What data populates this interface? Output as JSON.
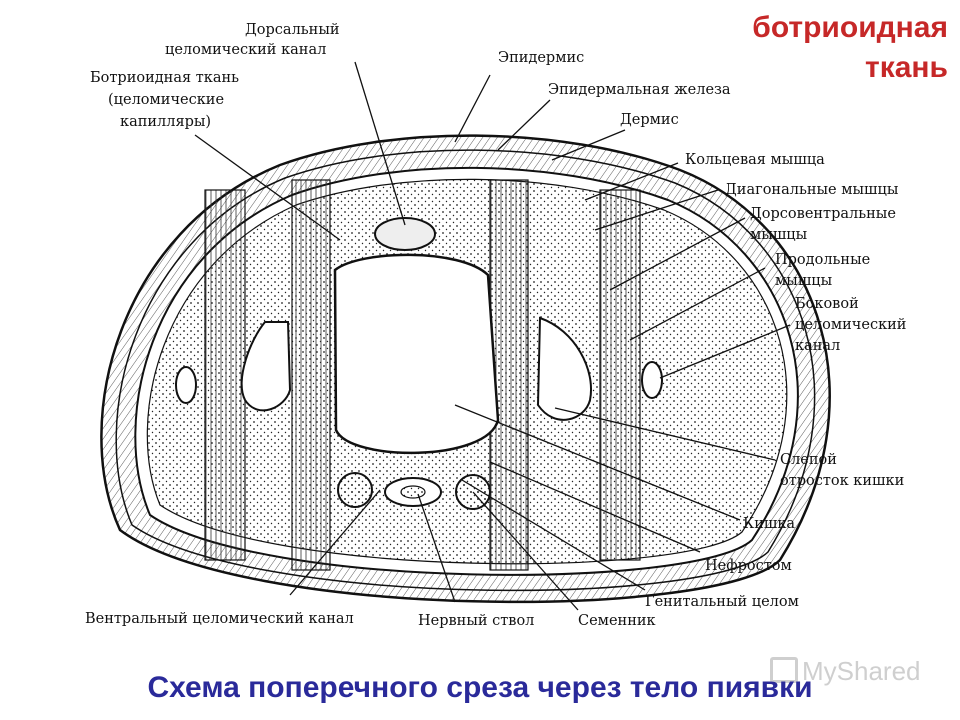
{
  "corner_title": {
    "line1": "ботриоидная",
    "line2": "ткань"
  },
  "caption": "Схема поперечного среза через тело пиявки",
  "watermark": "MyShared",
  "labels": {
    "dorsal_canal_1": "Дорсальный",
    "dorsal_canal_2": "целомический канал",
    "botryoid_1": "Ботриоидная ткань",
    "botryoid_2": "(целомические",
    "botryoid_3": "капилляры)",
    "epidermis": "Эпидермис",
    "epidermal_gland": "Эпидермальная железа",
    "dermis": "Дермис",
    "circular_muscle": "Кольцевая мышца",
    "diagonal_muscles": "Диагональные мышцы",
    "dorsoventral_1": "Дорсовентральные",
    "dorsoventral_2": "мышцы",
    "longitudinal_1": "Продольные",
    "longitudinal_2": "мышцы",
    "lateral_canal_1": "Боковой",
    "lateral_canal_2": "целомический",
    "lateral_canal_3": "канал",
    "caecum_1": "Слепой",
    "caecum_2": "отросток кишки",
    "intestine": "Кишка",
    "nephrostome": "Нефростом",
    "genital_coelom": "Генитальный целом",
    "ventral_canal": "Вентральный целомический канал",
    "nerve_cord": "Нервный ствол",
    "testis": "Семенник"
  }
}
